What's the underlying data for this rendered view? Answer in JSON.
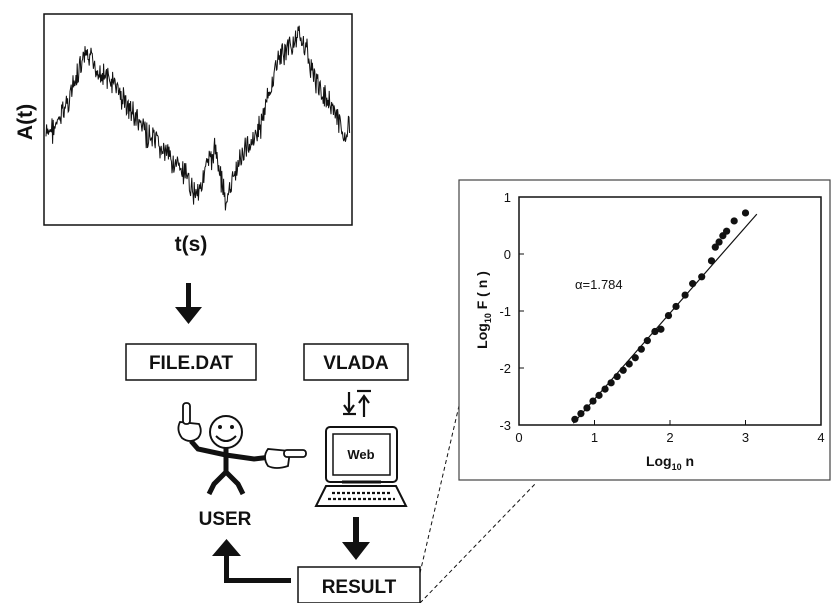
{
  "signal_panel": {
    "y_label": "A(t)",
    "x_label": "t(s)"
  },
  "boxes": {
    "file": "FILE.DAT",
    "server": "VLADA",
    "result": "RESULT"
  },
  "computer": {
    "screen_label": "Web"
  },
  "user": {
    "label": "USER"
  },
  "chart_data": {
    "type": "scatter",
    "x_label_prefix": "Log",
    "x_label_sub": "10",
    "x_label_suffix": " n",
    "y_label_prefix": "Log",
    "y_label_sub": "10",
    "y_label_suffix": " F ( n )",
    "annotation_symbol": "α",
    "annotation_value": "=1.784",
    "alpha": 1.784,
    "xlim": [
      0,
      4
    ],
    "ylim": [
      -3,
      1
    ],
    "x_ticks": [
      "0",
      "1",
      "2",
      "3",
      "4"
    ],
    "y_ticks": [
      "1",
      "0",
      "-1",
      "-2",
      "-3"
    ],
    "x_tick_values": [
      0,
      1,
      2,
      3,
      4
    ],
    "y_tick_values": [
      1,
      0,
      -1,
      -2,
      -3
    ],
    "grid": false,
    "fit_line": {
      "x": [
        0.72,
        3.15
      ],
      "y": [
        -2.97,
        0.7
      ]
    },
    "points": {
      "x": [
        0.74,
        0.82,
        0.9,
        0.98,
        1.06,
        1.14,
        1.22,
        1.3,
        1.38,
        1.46,
        1.54,
        1.62,
        1.7,
        1.8,
        1.88,
        1.98,
        2.08,
        2.2,
        2.3,
        2.42,
        2.55,
        2.6,
        2.65,
        2.7,
        2.75,
        2.85,
        3.0
      ],
      "y": [
        -2.9,
        -2.8,
        -2.7,
        -2.58,
        -2.48,
        -2.37,
        -2.26,
        -2.15,
        -2.04,
        -1.93,
        -1.82,
        -1.67,
        -1.52,
        -1.36,
        -1.32,
        -1.08,
        -0.92,
        -0.72,
        -0.52,
        -0.4,
        -0.12,
        0.12,
        0.21,
        0.32,
        0.4,
        0.58,
        0.72
      ]
    }
  }
}
